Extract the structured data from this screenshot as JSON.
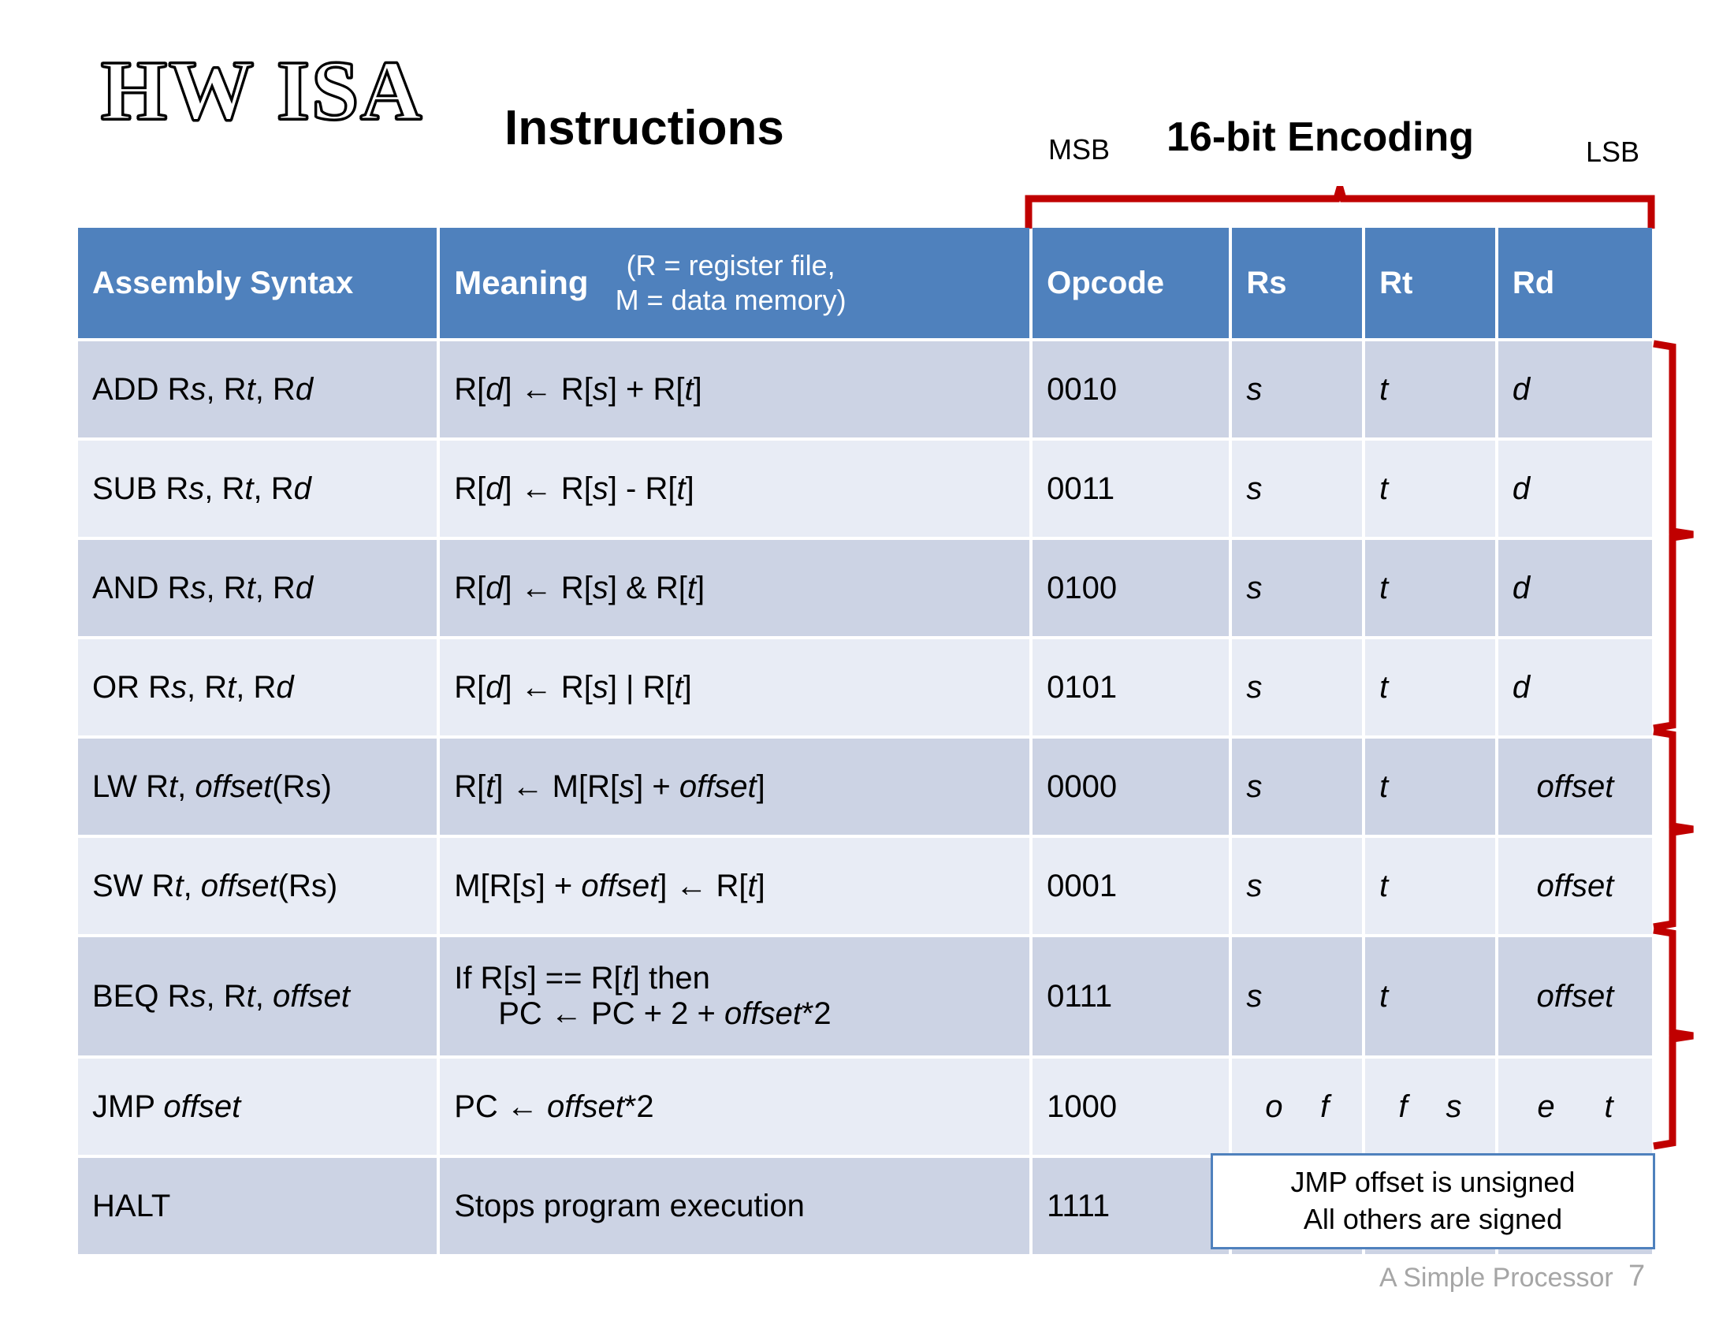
{
  "slide": {
    "logo_title": "HW ISA",
    "heading": "Instructions",
    "encoding_title": "16-bit Encoding",
    "msb_label": "MSB",
    "lsb_label": "LSB",
    "accent_header_color": "#4f81bd",
    "row_dark_color": "#ccd3e4",
    "row_light_color": "#e8ecf5",
    "brace_color": "#c00000"
  },
  "table": {
    "headers": {
      "assembly_syntax": "Assembly Syntax",
      "meaning": "Meaning",
      "meaning_note_line1": "(R = register file,",
      "meaning_note_line2": "M = data memory)",
      "opcode": "Opcode",
      "rs": "Rs",
      "rt": "Rt",
      "rd": "Rd"
    },
    "rows": [
      {
        "asm_prefix": "ADD R",
        "asm_i1": "s",
        "asm_mid1": ", R",
        "asm_i2": "t",
        "asm_mid2": ", R",
        "asm_i3": "d",
        "meaning": "R[d] ← R[s] + R[t]",
        "opcode": "0010",
        "rs": "s",
        "rt": "t",
        "rd": "d"
      },
      {
        "asm_prefix": "SUB R",
        "asm_i1": "s",
        "asm_mid1": ", R",
        "asm_i2": "t",
        "asm_mid2": ", R",
        "asm_i3": "d",
        "meaning": "R[d] ← R[s] - R[t]",
        "opcode": "0011",
        "rs": "s",
        "rt": "t",
        "rd": "d"
      },
      {
        "asm_prefix": "AND R",
        "asm_i1": "s",
        "asm_mid1": ", R",
        "asm_i2": "t",
        "asm_mid2": ", R",
        "asm_i3": "d",
        "meaning": "R[d] ← R[s] & R[t]",
        "opcode": "0100",
        "rs": "s",
        "rt": "t",
        "rd": "d"
      },
      {
        "asm_prefix": "OR R",
        "asm_i1": "s",
        "asm_mid1": ", R",
        "asm_i2": "t",
        "asm_mid2": ", R",
        "asm_i3": "d",
        "meaning": "R[d] ← R[s] | R[t]",
        "opcode": "0101",
        "rs": "s",
        "rt": "t",
        "rd": "d"
      },
      {
        "asm_prefix": "LW R",
        "asm_i1": "t",
        "asm_mid1": ", ",
        "asm_i2": "offset",
        "asm_mid2": "(Rs)",
        "asm_i3": "",
        "meaning": "R[t] ← M[R[s] + offset]",
        "opcode": "0000",
        "rs": "s",
        "rt": "t",
        "rd": "offset"
      },
      {
        "asm_prefix": "SW R",
        "asm_i1": "t",
        "asm_mid1": ", ",
        "asm_i2": "offset",
        "asm_mid2": "(Rs)",
        "asm_i3": "",
        "meaning": "M[R[s] + offset] ← R[t]",
        "opcode": "0001",
        "rs": "s",
        "rt": "t",
        "rd": "offset"
      },
      {
        "asm_prefix": "BEQ R",
        "asm_i1": "s",
        "asm_mid1": ", R",
        "asm_i2": "t",
        "asm_mid2": ", ",
        "asm_i3": "offset",
        "meaning_line1": "If R[s] == R[t] then",
        "meaning_line2": "PC ← PC + 2 + offset*2",
        "opcode": "0111",
        "rs": "s",
        "rt": "t",
        "rd": "offset"
      },
      {
        "asm_prefix": "JMP ",
        "asm_i1": "",
        "asm_mid1": "",
        "asm_i2": "offset",
        "asm_mid2": "",
        "asm_i3": "",
        "meaning": "PC ← offset*2",
        "opcode": "1000",
        "rs_spread": [
          "o",
          "f"
        ],
        "rt_spread": [
          "f",
          "s"
        ],
        "rd_spread": [
          "e",
          "t"
        ]
      },
      {
        "asm_prefix": "HALT",
        "asm_i1": "",
        "asm_mid1": "",
        "asm_i2": "",
        "asm_mid2": "",
        "asm_i3": "",
        "meaning": "Stops program execution",
        "opcode": "1111",
        "rs": "",
        "rt": "",
        "rd": ""
      }
    ]
  },
  "note_box": {
    "line1": "JMP offset is unsigned",
    "line2": "All others are signed"
  },
  "footer": {
    "title": "A Simple Processor",
    "page_number": "7"
  }
}
